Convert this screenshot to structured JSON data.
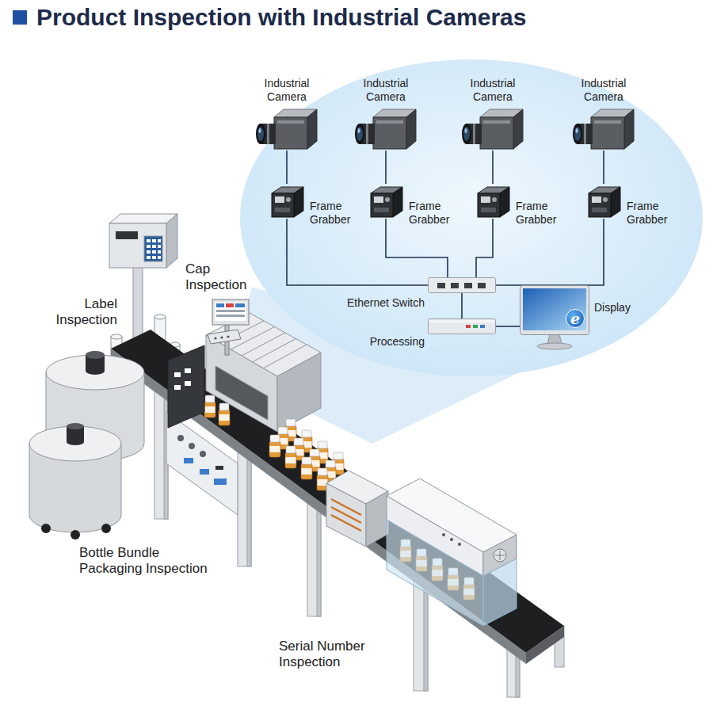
{
  "diagram": {
    "title": "Product Inspection with Industrial Cameras",
    "nodes": [
      {
        "text": [
          "Industrial Camera"
        ]
      },
      {
        "text": [
          "Industrial Camera"
        ]
      },
      {
        "text": [
          "Industrial Camera"
        ]
      },
      {
        "text": [
          "Industrial Camera"
        ]
      },
      {
        "text": [
          "Frame Grabber"
        ]
      },
      {
        "text": [
          "Frame Grabber"
        ]
      },
      {
        "text": [
          "Frame Grabber"
        ]
      },
      {
        "text": [
          "Frame Grabber"
        ]
      },
      {
        "text": [
          "Ethernet Switch"
        ]
      },
      {
        "text": [
          "Processing"
        ]
      },
      {
        "text": [
          "Display"
        ]
      }
    ],
    "edges": [
      {
        "from": 0,
        "to": 4,
        "arrow": "none"
      },
      {
        "from": 1,
        "to": 5,
        "arrow": "none"
      },
      {
        "from": 2,
        "to": 6,
        "arrow": "none"
      },
      {
        "from": 3,
        "to": 7,
        "arrow": "none"
      },
      {
        "from": 4,
        "to": 8,
        "arrow": "none"
      },
      {
        "from": 5,
        "to": 8,
        "arrow": "none"
      },
      {
        "from": 6,
        "to": 8,
        "arrow": "none"
      },
      {
        "from": 7,
        "to": 8,
        "arrow": "none"
      },
      {
        "from": 8,
        "to": 9,
        "arrow": "none"
      },
      {
        "from": 9,
        "to": 10,
        "arrow": "none"
      }
    ],
    "labels": [
      "Label Inspection",
      "Cap Inspection",
      "Bottle Bundle Packaging Inspection",
      "Serial Number Inspection",
      "e"
    ]
  }
}
